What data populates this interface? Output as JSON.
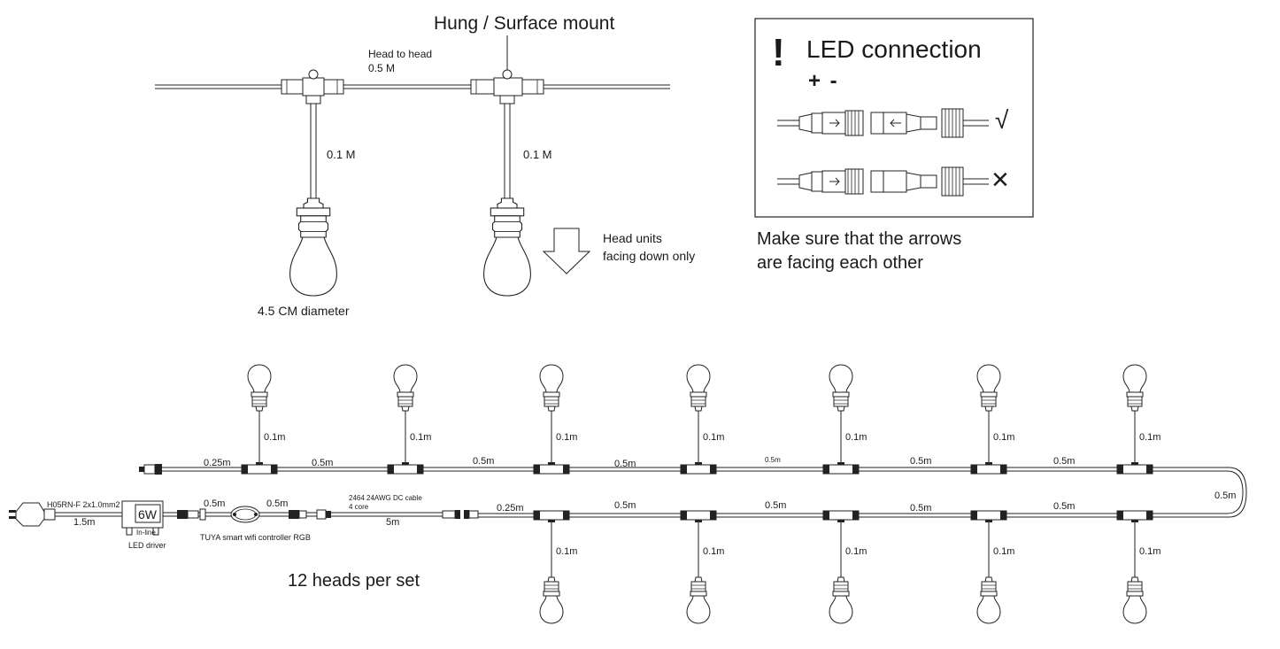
{
  "top": {
    "title": "Hung / Surface mount",
    "head_to_head_line1": "Head to head",
    "head_to_head_line2": "0.5 M",
    "drop_left": "0.1 M",
    "drop_right": "0.1 M",
    "diameter": "4.5 CM diameter",
    "facing_line1": "Head units",
    "facing_line2": "facing down only"
  },
  "led_box": {
    "exclaim": "!",
    "title": "LED connection",
    "polarity": "+ -",
    "correct_mark": "√",
    "wrong_mark": "×",
    "note_line1": "Make sure that the arrows",
    "note_line2": "are facing each other"
  },
  "bottom": {
    "plug_cable_spec": "H05RN-F 2x1.0mm2",
    "plug_cable_len": "1.5m",
    "driver_wattage": "6W",
    "driver_inline": "In-line",
    "driver_label": "LED driver",
    "ctrl_lead_left": "0.5m",
    "ctrl_lead_right": "0.5m",
    "controller_label": "TUYA smart wifi controller RGB",
    "cable_spec_line1": "2464 24AWG DC cable",
    "cable_spec_line2": "4 core",
    "cable_len": "5m",
    "heads_per_set": "12 heads per set",
    "upper_first_seg": "0.25m",
    "upper_segments": [
      "0.5m",
      "0.5m",
      "0.5m",
      "0.5m",
      "0.5m",
      "0.5m"
    ],
    "upper_drops": [
      "0.1m",
      "0.1m",
      "0.1m",
      "0.1m",
      "0.1m",
      "0.1m",
      "0.1m"
    ],
    "loop_seg": "0.5m",
    "lower_first_seg": "0.25m",
    "lower_segments": [
      "0.5m",
      "0.5m",
      "0.5m",
      "0.5m"
    ],
    "lower_drops": [
      "0.1m",
      "0.1m",
      "0.1m",
      "0.1m",
      "0.1m"
    ]
  }
}
